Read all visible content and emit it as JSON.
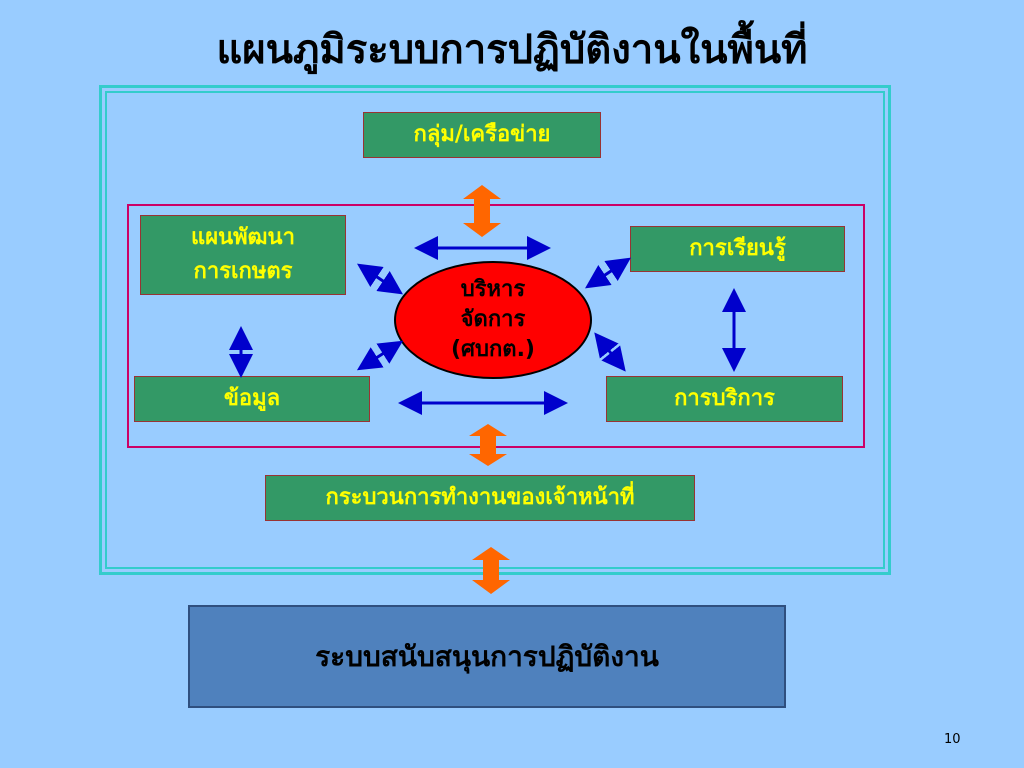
{
  "title": "แผนภูมิระบบการปฏิบัติงานในพื้นที่",
  "nodes": {
    "network": "กลุ่ม/เครือข่าย",
    "agri_plan_line1": "แผนพัฒนา",
    "agri_plan_line2": "การเกษตร",
    "learning": "การเรียนรู้",
    "data": "ข้อมูล",
    "service": "การบริการ",
    "center_line1": "บริหาร",
    "center_line2": "จัดการ",
    "center_line3": "(ศบกต.)",
    "staff_process": "กระบวนการทำงานของเจ้าหน้าที่",
    "support_system": "ระบบสนับสนุนการปฏิบัติงาน"
  },
  "colors": {
    "background": "#99ccff",
    "box_fill": "#339966",
    "box_text": "#ffff00",
    "center_fill": "#ff0000",
    "support_fill": "#4f81bd",
    "blue_arrow": "#0000cc",
    "orange_arrow": "#ff6600",
    "inner_frame": "#cc0066",
    "outer_frame": "#33cccc"
  },
  "page_number": "10"
}
